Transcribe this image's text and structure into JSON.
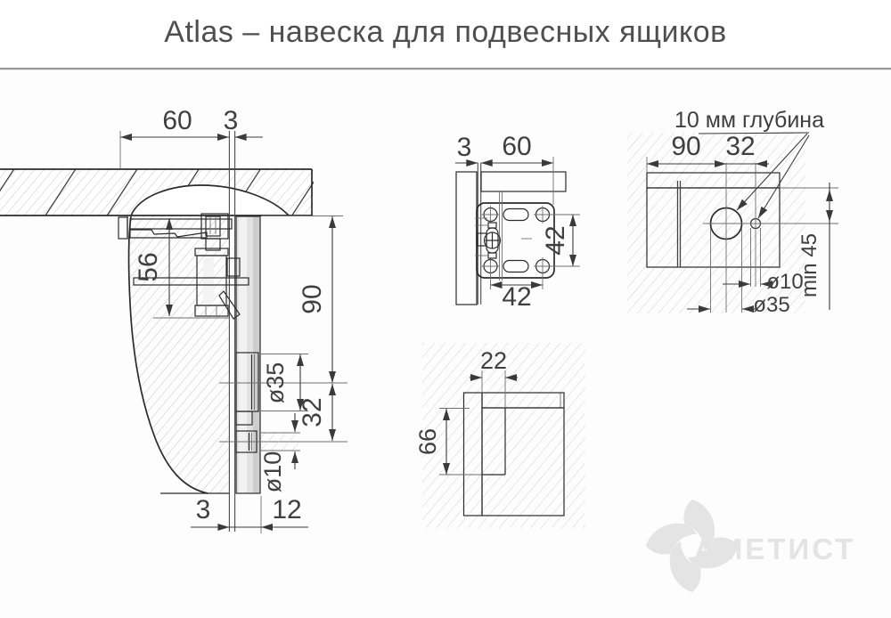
{
  "title": "Atlas – навеска для подвесных ящиков",
  "brand": "АМЕТИСТ",
  "views": {
    "side": {
      "w60": "60",
      "g3": "3",
      "h56": "56",
      "h90": "90",
      "d35": "ø35",
      "s32": "32",
      "d10": "ø10",
      "b3": "3",
      "b12": "12"
    },
    "plate": {
      "g3": "3",
      "w60": "60",
      "v42": "42",
      "h42": "42"
    },
    "wall": {
      "note": "10 мм глубина",
      "w90": "90",
      "o32": "32",
      "min45": "min 45",
      "d10": "ø10",
      "d35": "ø35"
    },
    "corner": {
      "d22": "22",
      "h66": "66"
    }
  },
  "colors": {
    "outline": "#2b2b2b",
    "dimension": "#3a3a3a",
    "panel_fill": "#e1e1e1",
    "hatch": "#c9c9c9",
    "separator": "#979797",
    "title_text": "#4f4f4f",
    "watermark": "#e4e4e4"
  }
}
